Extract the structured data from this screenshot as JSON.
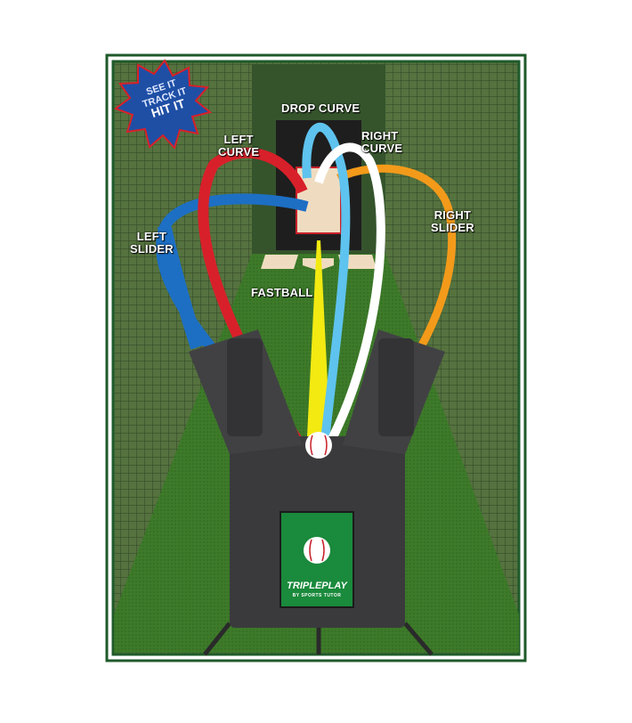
{
  "burst": {
    "line1": "SEE IT",
    "line2": "TRACK IT",
    "line3": "HIT IT"
  },
  "pitches": {
    "drop_curve": "DROP CURVE",
    "left_curve": [
      "LEFT",
      "CURVE"
    ],
    "right_curve": [
      "RIGHT",
      "CURVE"
    ],
    "left_slider": [
      "LEFT",
      "SLIDER"
    ],
    "right_slider": [
      "RIGHT",
      "SLIDER"
    ],
    "fastball": "FASTBALL"
  },
  "brand": {
    "name": "TRIPLEPLAY",
    "sub": "BY SPORTS TUTOR"
  },
  "colors": {
    "frame": "#1e5a2a",
    "wall": "#4d6b3a",
    "grass": "#3e7a2a",
    "machine": "#3a3a3c",
    "left_slider": "#1d6fc4",
    "left_curve": "#d8202a",
    "fastball": "#f3ea12",
    "drop_curve": "#5ec3ee",
    "right_curve": "#ffffff",
    "right_slider": "#f39a1a",
    "burst": "#1f4fa5"
  }
}
